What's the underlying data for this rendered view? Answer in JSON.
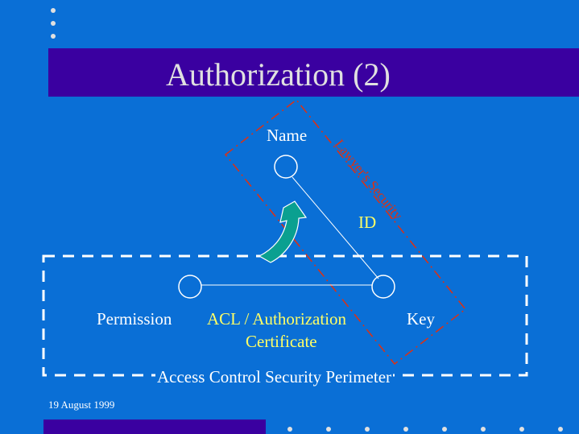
{
  "slide": {
    "title": "Authorization (2)",
    "date": "19 August 1999"
  },
  "diagram": {
    "name_label": "Name",
    "id_label": "ID",
    "permission_label": "Permission",
    "acl_label_line1": "ACL / Authorization",
    "acl_label_line2": "Certificate",
    "key_label": "Key",
    "perimeter_label": "Access Control Security Perimeter",
    "lawyer_label": "Lawyer's Security"
  },
  "colors": {
    "background": "#0a6fd6",
    "title_bar": "#3a00a0",
    "lawyer_boundary": "#e03010",
    "arrow": "#0aa090",
    "label_yellow": "#ffff66"
  }
}
